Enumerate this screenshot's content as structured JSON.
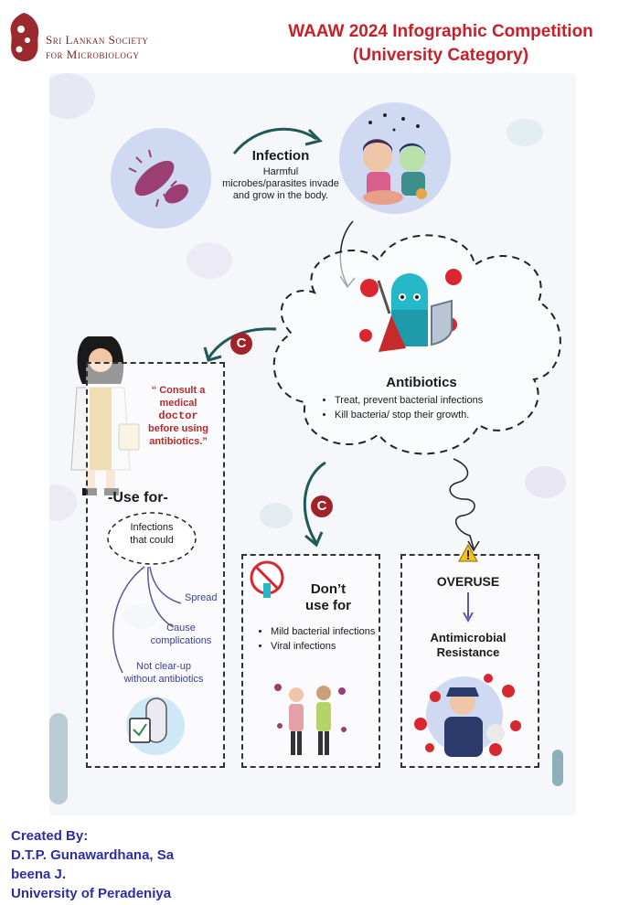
{
  "header": {
    "org_line1": "Sri Lankan Society",
    "org_line2": "for Microbiology",
    "title_line1": "WAAW 2024 Infographic Competition",
    "title_line2": "(University Category)"
  },
  "infection": {
    "title": "Infection",
    "desc_line1": "Harmful",
    "desc_line2": "microbes/parasites invade",
    "desc_line3": "and grow in the body."
  },
  "antibiotics": {
    "title": "Antibiotics",
    "points": [
      "Treat, prevent bacterial infections",
      "Kill bacteria/ stop their growth."
    ]
  },
  "doctor_quote": {
    "line1": "“ Consult a",
    "line2": "medical",
    "line3": "doctor",
    "line4": "before using",
    "line5": "antibiotics.”"
  },
  "use_for": {
    "title": "-Use for-",
    "bubble_line1": "Infections",
    "bubble_line2": "that could",
    "branch1": "Spread",
    "branch2_line1": "Cause",
    "branch2_line2": "complications",
    "branch3_line1": "Not clear-up",
    "branch3_line2": "without antibiotics"
  },
  "dont_use": {
    "title_line1": "Don’t",
    "title_line2": "use for",
    "points": [
      "Mild bacterial infections",
      "Viral infections"
    ]
  },
  "overuse": {
    "title": "OVERUSE",
    "result_line1": "Antimicrobial",
    "result_line2": "Resistance"
  },
  "credits": {
    "line1": "Created By:",
    "line2": "D.T.P. Gunawardhana, Sa",
    "line3": "beena J.",
    "line4": "University of Peradeniya"
  },
  "colors": {
    "title_red": "#c8202a",
    "credits_blue": "#2b2fa6",
    "circle_blue": "#cfd9f2",
    "accent_red": "#a3222a"
  }
}
